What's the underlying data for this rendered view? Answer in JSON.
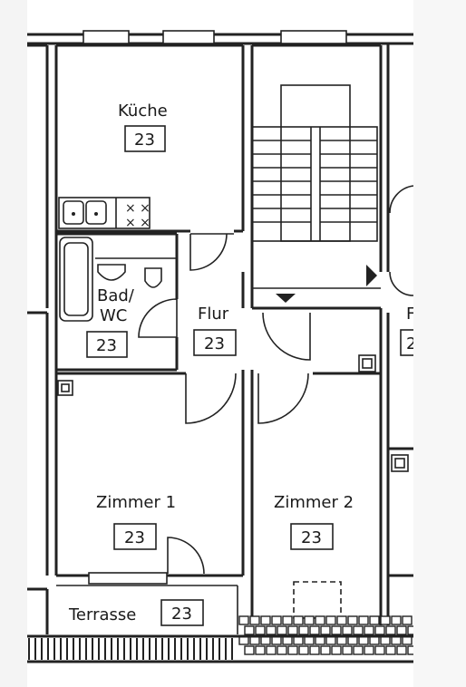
{
  "rooms": {
    "kueche": {
      "name": "Küche",
      "number": "23"
    },
    "bad": {
      "name_line1": "Bad/",
      "name_line2": "WC",
      "number": "23"
    },
    "flur": {
      "name": "Flur",
      "number": "23"
    },
    "zimmer1": {
      "name": "Zimmer 1",
      "number": "23"
    },
    "zimmer2": {
      "name": "Zimmer 2",
      "number": "23"
    },
    "terrasse": {
      "name": "Terrasse",
      "number": "23"
    }
  },
  "neighbor": {
    "partial_letter": "F",
    "partial_number": "2"
  },
  "colors": {
    "line": "#222222",
    "paper": "#ffffff",
    "margin": "#f4f4f4"
  }
}
